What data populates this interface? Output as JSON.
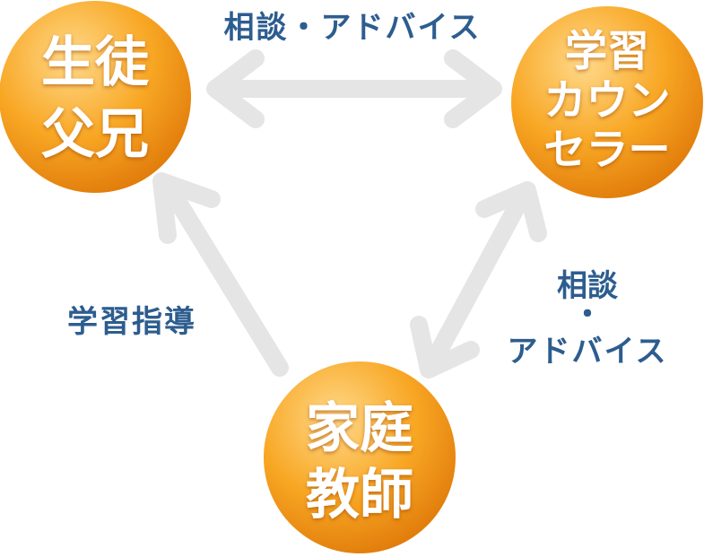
{
  "colors": {
    "node_light": "#ffd98a",
    "node_mid": "#f8a724",
    "node_dark": "#e07a0a",
    "arrow": "#e5e5e5",
    "label": "#2d5d8f"
  },
  "nodes": {
    "student_parent": {
      "line1": "生徒",
      "line2": "父兄"
    },
    "counselor": {
      "line1": "学習",
      "line2": "カウン",
      "line3": "セラー"
    },
    "tutor": {
      "line1": "家庭",
      "line2": "教師"
    }
  },
  "labels": {
    "top": "相談・アドバイス",
    "left": "学習指導",
    "right_line1": "相談",
    "right_line2": "・",
    "right_line3": "アドバイス"
  }
}
